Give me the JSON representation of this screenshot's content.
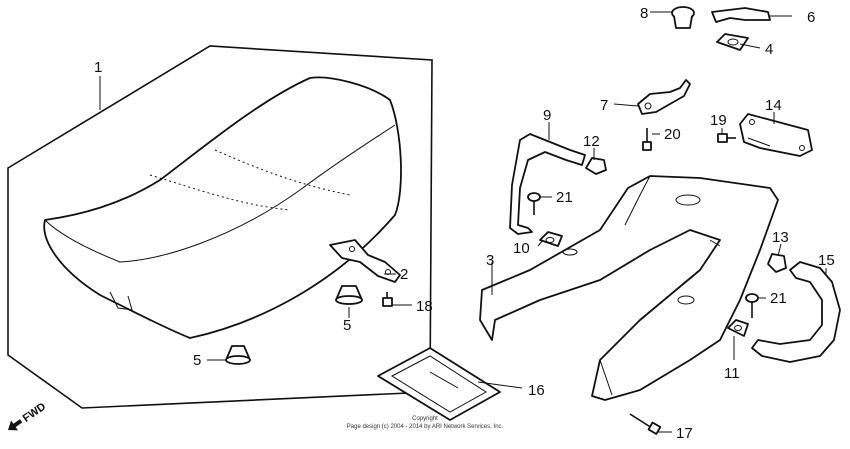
{
  "callouts": {
    "c1": "1",
    "c2": "2",
    "c3": "3",
    "c4": "4",
    "c5a": "5",
    "c5b": "5",
    "c6": "6",
    "c7": "7",
    "c8": "8",
    "c9": "9",
    "c10": "10",
    "c11": "11",
    "c12": "12",
    "c13": "13",
    "c14": "14",
    "c15": "15",
    "c16": "16",
    "c17": "17",
    "c18": "18",
    "c19": "19",
    "c20": "20",
    "c21a": "21",
    "c21b": "21"
  },
  "fwd_label": "FWD",
  "copyright": {
    "line1": "Copyright",
    "line2": "Page design (c) 2004 - 2014 by ARI Network Services, Inc."
  }
}
